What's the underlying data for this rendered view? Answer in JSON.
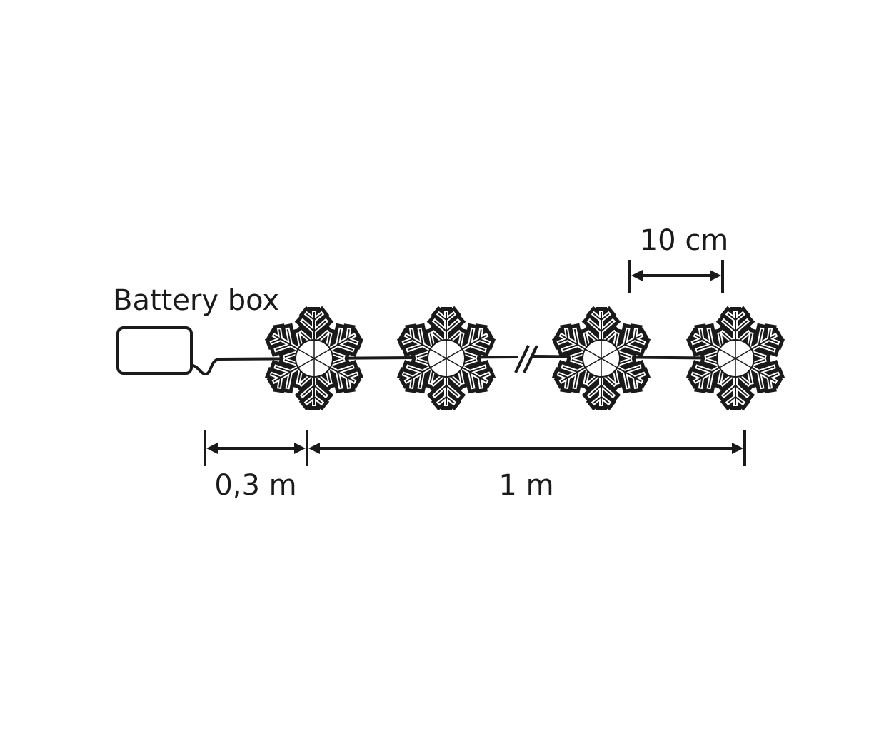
{
  "labels": {
    "battery_box": "Battery box",
    "spacing": "10 cm",
    "lead_length": "0,3 m",
    "string_length": "1 m"
  },
  "colors": {
    "ink": "#1a1a1a",
    "background": "#ffffff"
  },
  "icons": [
    "snowflake-light-icon",
    "battery-box-icon",
    "break-mark-icon"
  ]
}
